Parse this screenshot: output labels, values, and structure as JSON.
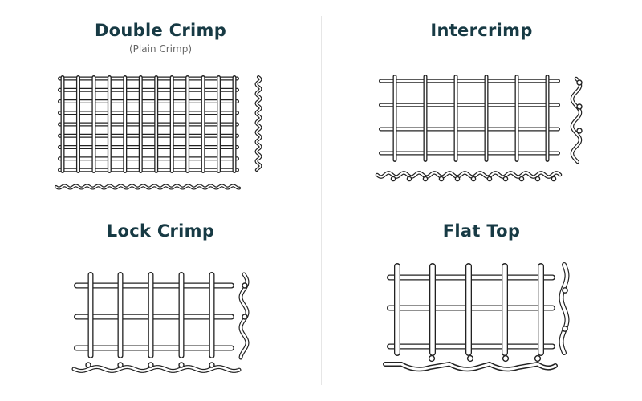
{
  "panels": [
    {
      "title": "Double Crimp",
      "subtitle": "(Plain Crimp)"
    },
    {
      "title": "Intercrimp",
      "subtitle": ""
    },
    {
      "title": "Lock Crimp",
      "subtitle": ""
    },
    {
      "title": "Flat Top",
      "subtitle": ""
    }
  ],
  "colors": {
    "title": "#173a44",
    "wire": "#222222",
    "divider": "#e6e6e6"
  }
}
